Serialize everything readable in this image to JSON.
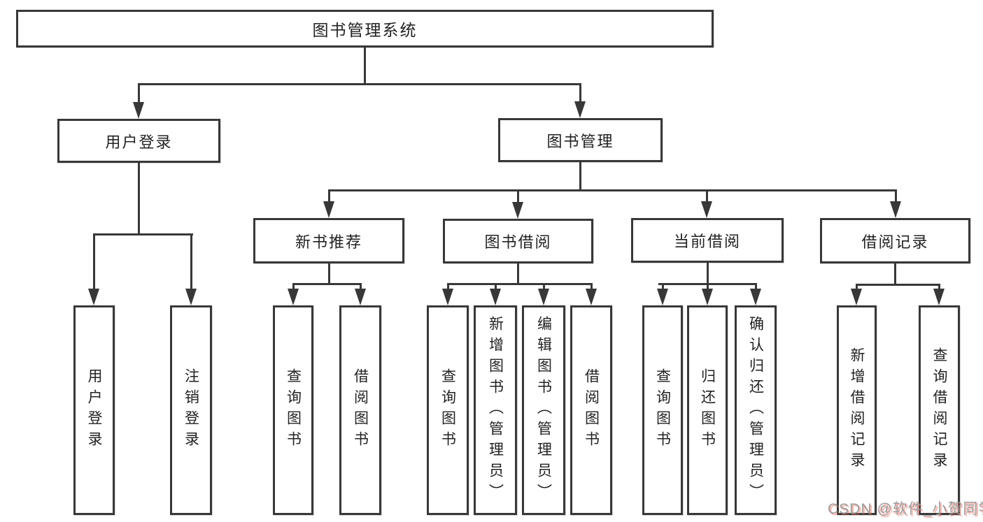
{
  "diagram": {
    "root": "图书管理系统",
    "user_login": {
      "label": "用户登录",
      "children": [
        "用户登录",
        "注销登录"
      ]
    },
    "book_mgmt": {
      "label": "图书管理",
      "children": [
        {
          "label": "新书推荐",
          "children": [
            "查询图书",
            "借阅图书"
          ]
        },
        {
          "label": "图书借阅",
          "children": [
            "查询图书",
            "新增图书（管理员）",
            "编辑图书（管理员）",
            "借阅图书"
          ]
        },
        {
          "label": "当前借阅",
          "children": [
            "查询图书",
            "归还图书",
            "确认归还（管理员）"
          ]
        },
        {
          "label": "借阅记录",
          "children": [
            "新增借阅记录",
            "查询借阅记录"
          ]
        }
      ]
    }
  },
  "watermark": {
    "text": "CSDN @软件_小贺同学"
  },
  "colors": {
    "line": "#383838",
    "text": "#222222",
    "background": "#ffffff",
    "watermark_gray": "#9d9d9d",
    "watermark_red": "#fc5531"
  }
}
